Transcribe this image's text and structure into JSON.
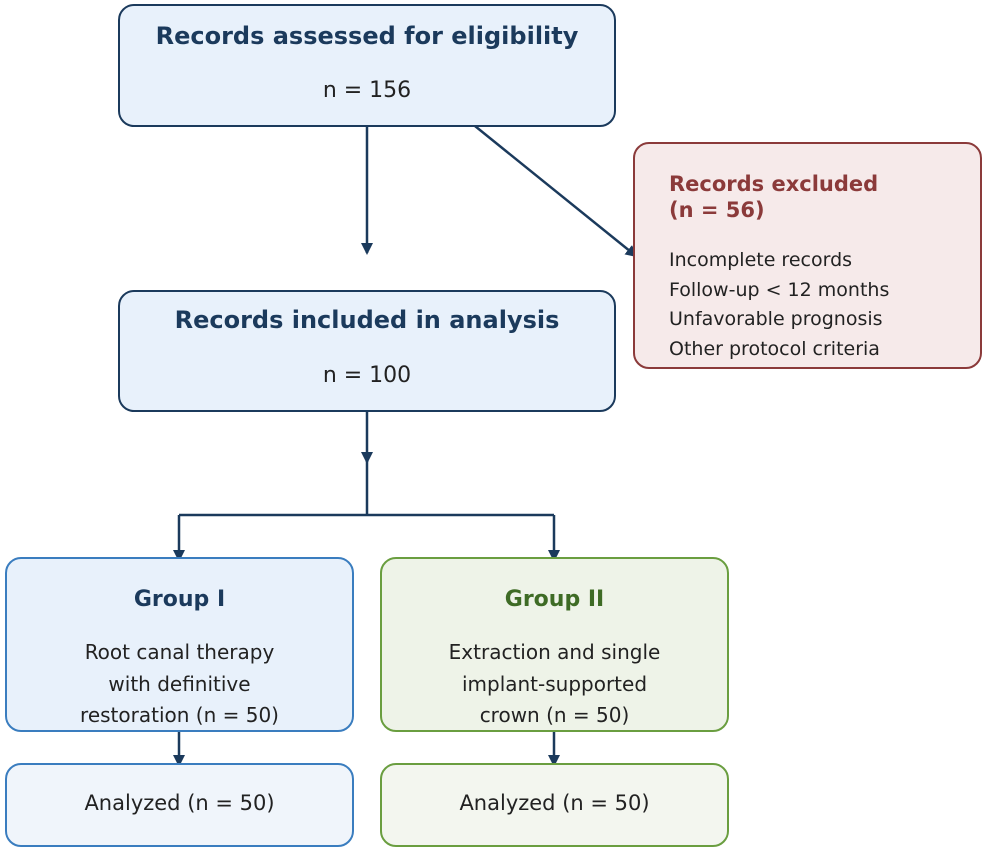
{
  "assessed": {
    "title": "Records assessed for eligibility",
    "count": "n = 156"
  },
  "excluded": {
    "title_line1": "Records excluded",
    "title_line2": "(n = 56)",
    "reasons": [
      "Incomplete records",
      "Follow-up < 12 months",
      "Unfavorable prognosis",
      "Other protocol criteria"
    ]
  },
  "included": {
    "title": "Records included in analysis",
    "count": "n = 100"
  },
  "groups": [
    {
      "title": "Group I",
      "description": [
        "Root canal therapy",
        "with definitive",
        "restoration (n = 50)"
      ],
      "analyzed": "Analyzed (n = 50)"
    },
    {
      "title": "Group II",
      "description": [
        "Extraction and single",
        "implant-supported",
        "crown (n = 50)"
      ],
      "analyzed": "Analyzed (n = 50)"
    }
  ],
  "colors": {
    "main": "#1b3a5c",
    "excluded": "#8b3a3a",
    "group1": "#3a7dbf",
    "group2": "#6a9e40",
    "group2_title": "#3e6b25"
  }
}
